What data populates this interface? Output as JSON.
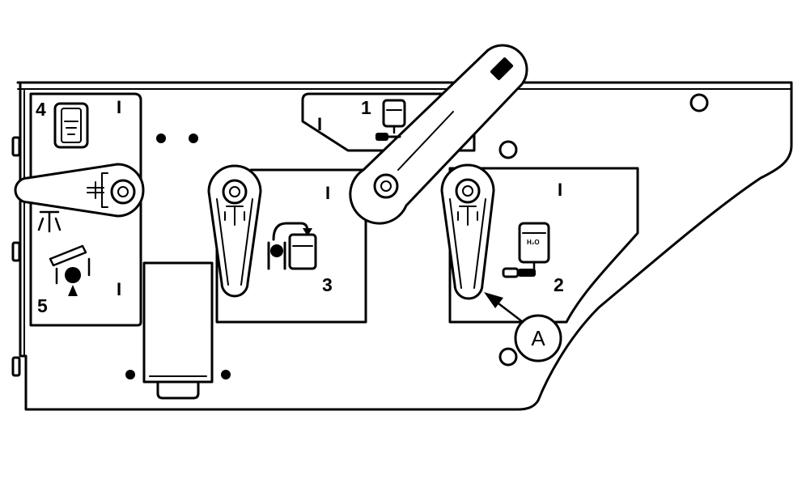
{
  "colors": {
    "stroke": "#000000",
    "fill": "#ffffff"
  },
  "valves": [
    {
      "number": "4",
      "position_mark": "I",
      "icon": "cab-spray-icon"
    },
    {
      "number": "5",
      "position_mark": "I",
      "icon": "nozzle-rinse-icon"
    },
    {
      "number": "3",
      "position_mark": "I",
      "icon": "tank-recirculation-icon"
    },
    {
      "number": "1",
      "position_mark": "I",
      "icon": "clean-water-tank-icon"
    },
    {
      "number": "2",
      "position_mark": "I",
      "icon": "water-tank-icon",
      "icon_text": "H₂O"
    }
  ],
  "callout": {
    "label": "A"
  }
}
